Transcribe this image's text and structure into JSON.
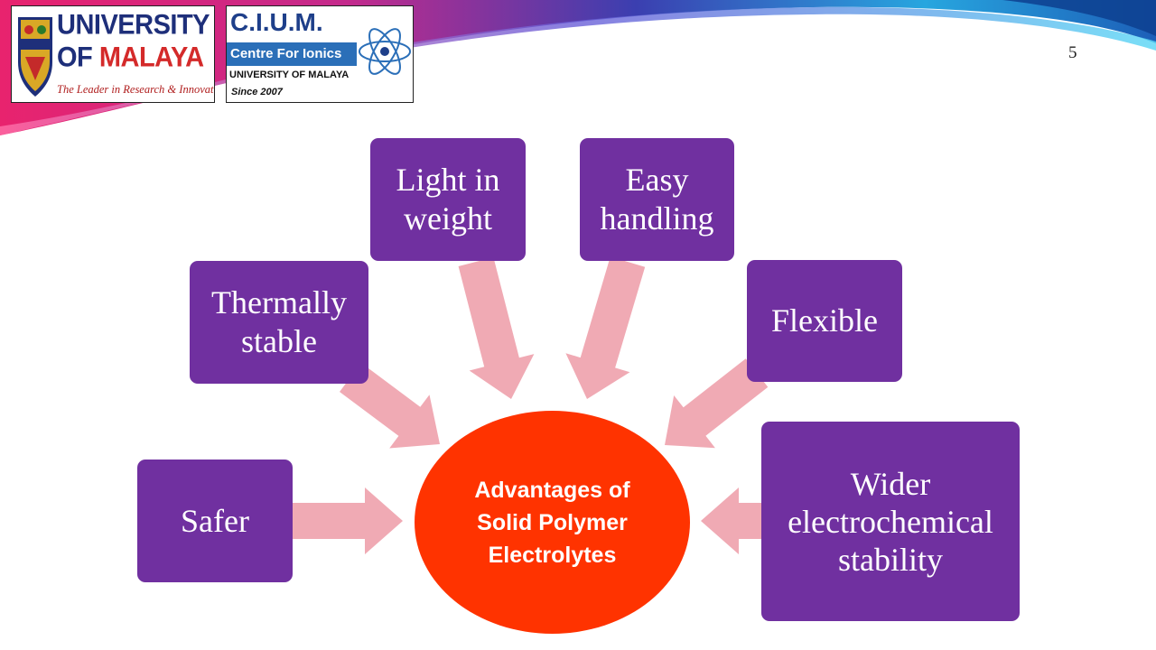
{
  "slide_number": "5",
  "logos": {
    "university": {
      "line1": "UNIVERSITY",
      "line2_a": "OF ",
      "line2_b": "MALAYA",
      "motto": "The Leader in Research & Innovation"
    },
    "cium": {
      "title": "C.I.U.M.",
      "subtitle": "Centre For Ionics",
      "university": "UNIVERSITY OF MALAYA",
      "since": "Since 2007"
    }
  },
  "diagram": {
    "center": "Advantages of Solid Polymer Electrolytes",
    "nodes": [
      "Safer",
      "Thermally stable",
      "Light in weight",
      "Easy handling",
      "Flexible",
      "Wider electrochemical stability"
    ]
  },
  "colors": {
    "node_fill": "#7030a0",
    "center_fill": "#ff3300",
    "arrow_fill": "#f0aab4",
    "node_text": "#ffffff"
  }
}
